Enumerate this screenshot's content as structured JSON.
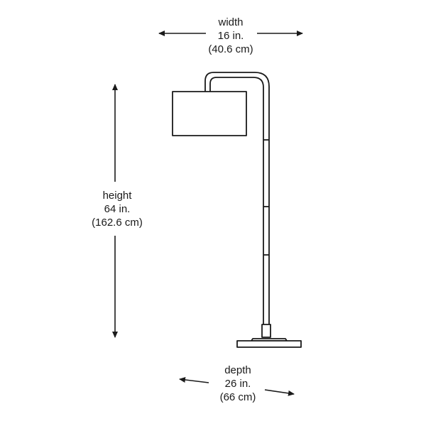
{
  "dimensions": {
    "width": {
      "title": "width",
      "imperial": "16 in.",
      "metric": "(40.6 cm)"
    },
    "height": {
      "title": "height",
      "imperial": "64 in.",
      "metric": "(162.6 cm)"
    },
    "depth": {
      "title": "depth",
      "imperial": "26 in.",
      "metric": "(66 cm)"
    }
  },
  "colors": {
    "line": "#1a1a1a",
    "background": "#ffffff"
  }
}
